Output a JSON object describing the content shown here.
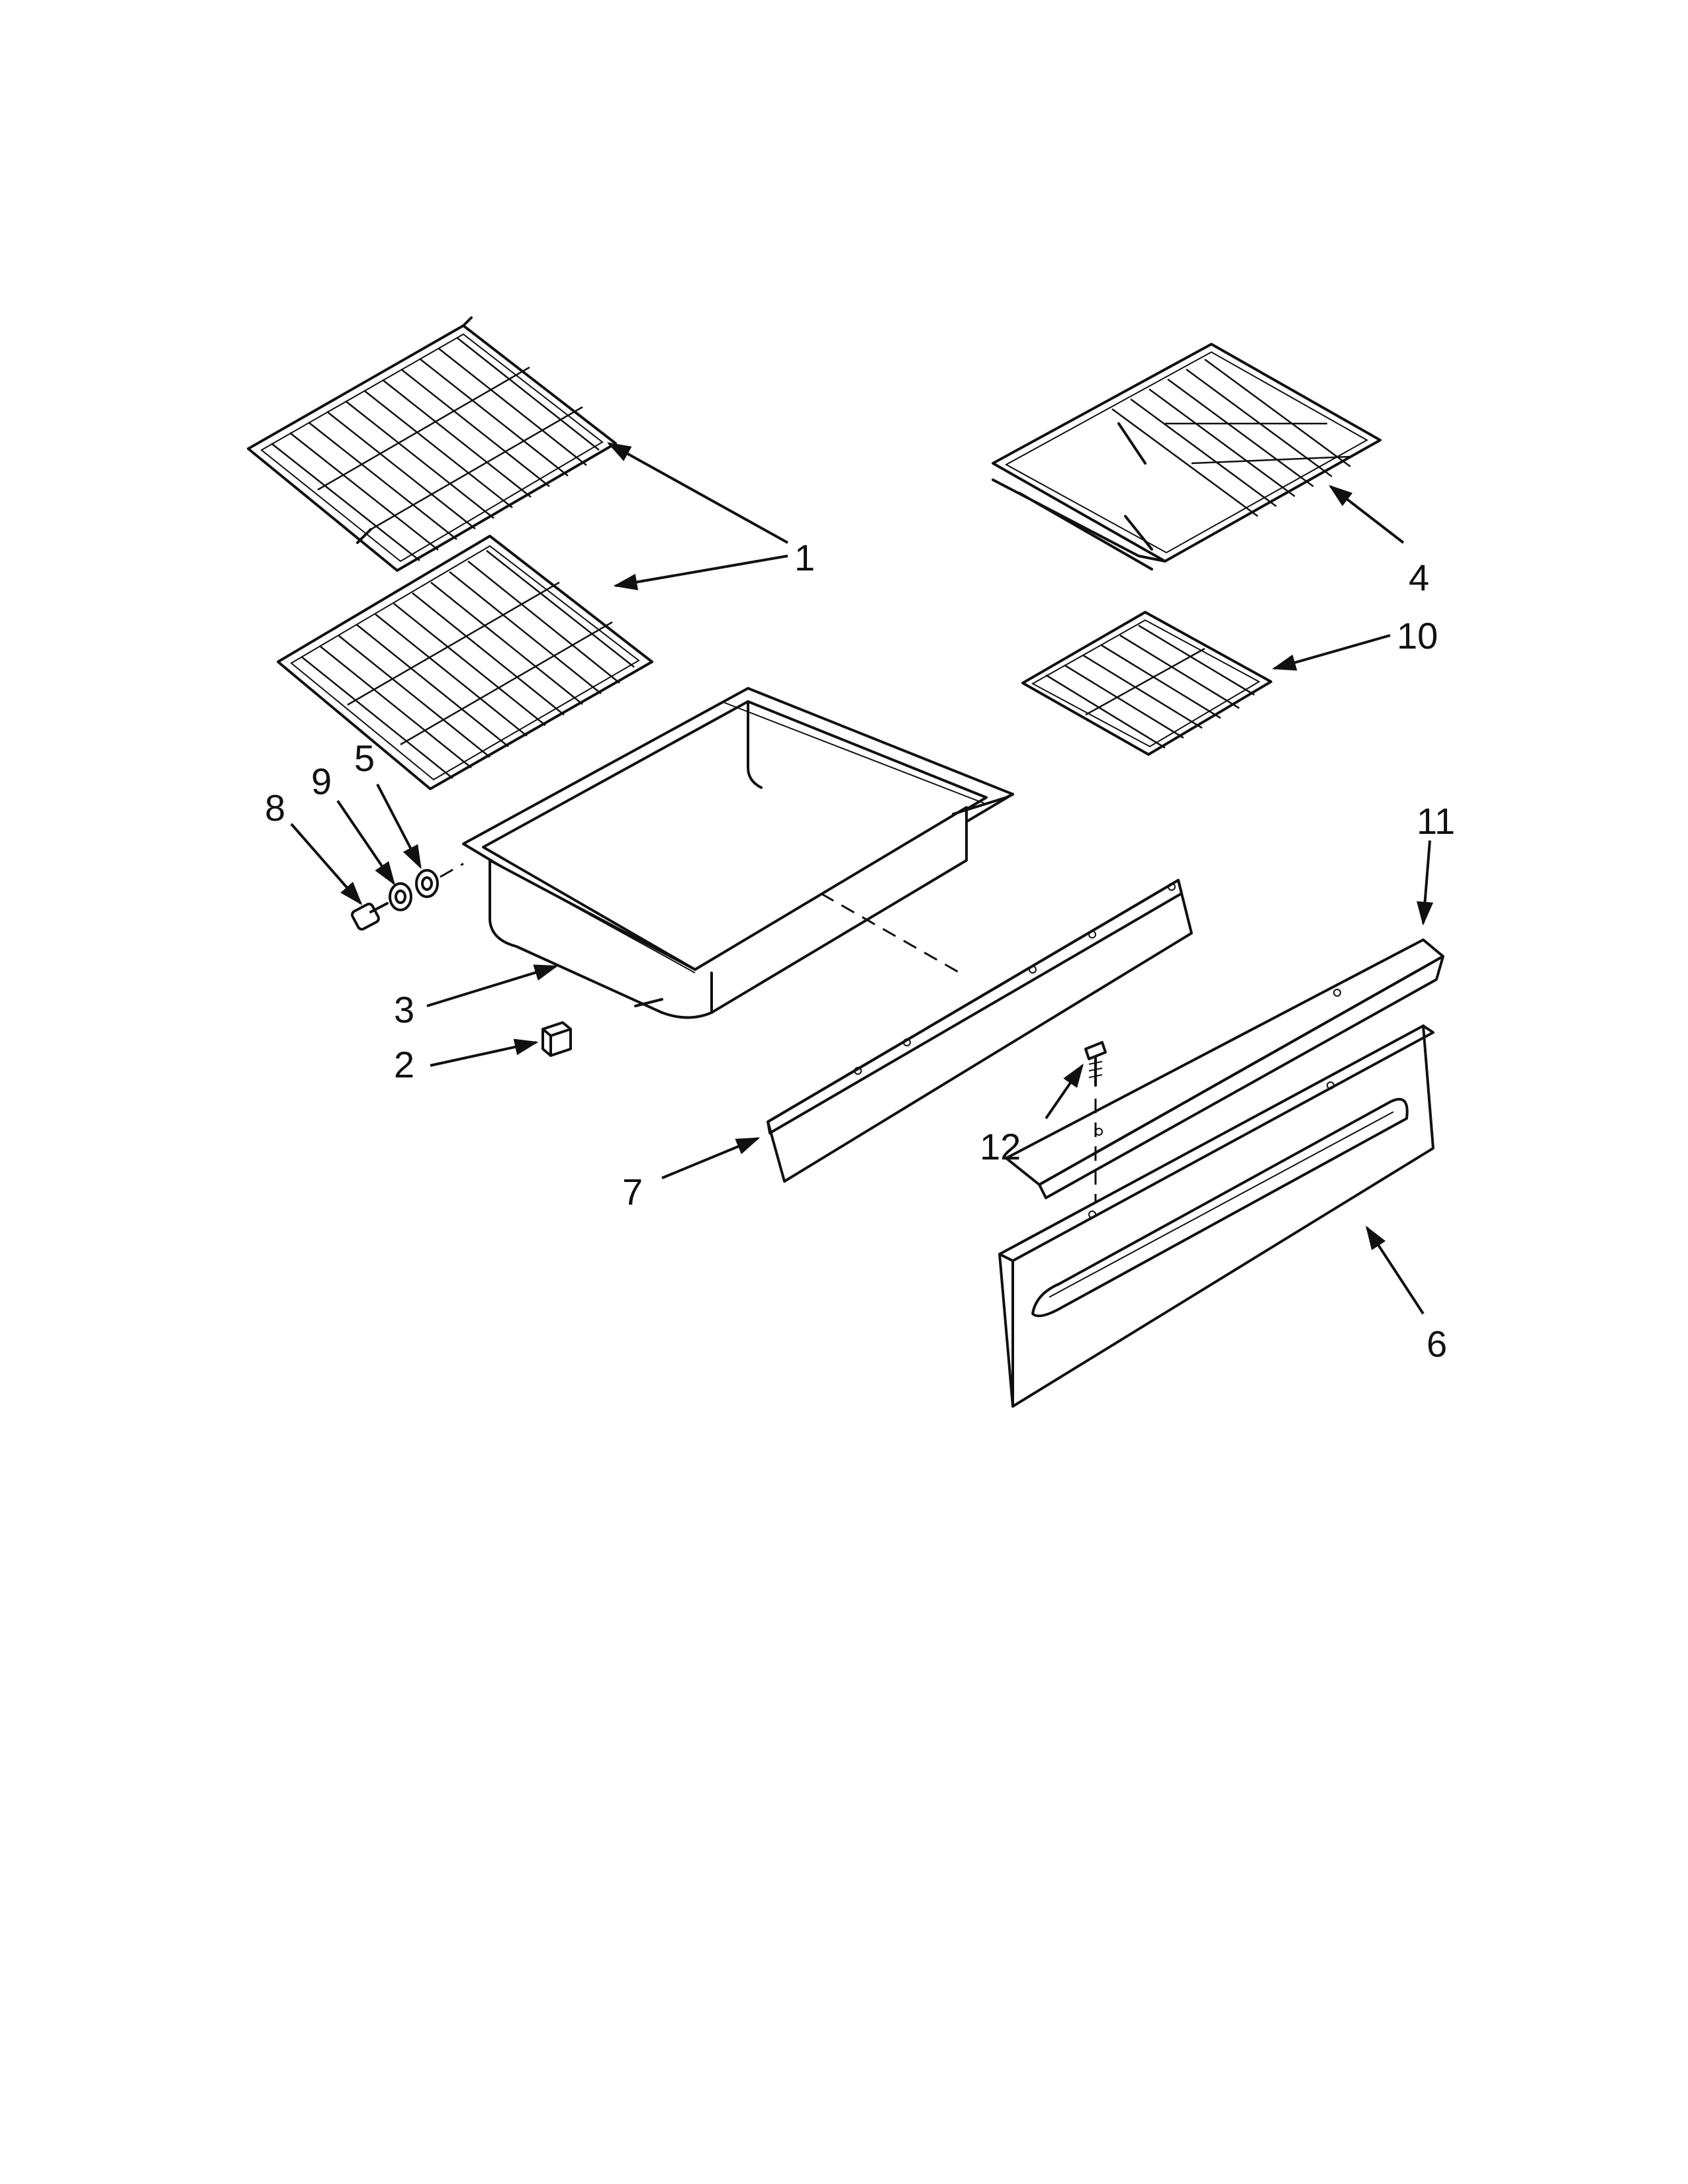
{
  "callouts": [
    {
      "id": "1",
      "label": "1"
    },
    {
      "id": "2",
      "label": "2"
    },
    {
      "id": "3",
      "label": "3"
    },
    {
      "id": "4",
      "label": "4"
    },
    {
      "id": "5",
      "label": "5"
    },
    {
      "id": "6",
      "label": "6"
    },
    {
      "id": "7",
      "label": "7"
    },
    {
      "id": "8",
      "label": "8"
    },
    {
      "id": "9",
      "label": "9"
    },
    {
      "id": "10",
      "label": "10"
    },
    {
      "id": "11",
      "label": "11"
    },
    {
      "id": "12",
      "label": "12"
    }
  ],
  "colors": {
    "ink": "#111111",
    "background": "#ffffff"
  }
}
